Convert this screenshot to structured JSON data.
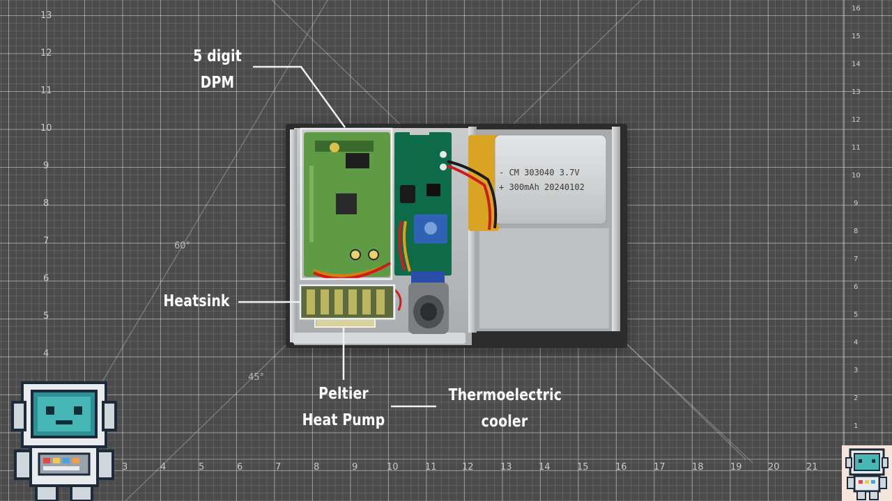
{
  "labels": {
    "dpm": [
      "5 digit",
      "DPM"
    ],
    "heatsink": "Heatsink",
    "peltier": [
      "Peltier",
      "Heat Pump"
    ],
    "thermoelectric": [
      "Thermoelectric",
      "cooler"
    ]
  },
  "battery": {
    "line1": "- CM 303040  3.7V",
    "line2": "+ 300mAh 20240102"
  },
  "ruler": {
    "left": [
      "13",
      "12",
      "11",
      "10",
      "9",
      "8",
      "7",
      "6",
      "5",
      "4"
    ],
    "bottom": [
      "3",
      "4",
      "5",
      "6",
      "7",
      "8",
      "9",
      "10",
      "11",
      "12",
      "13",
      "14",
      "15",
      "16",
      "17",
      "18",
      "19",
      "20",
      "21"
    ],
    "right": [
      "16",
      "15",
      "14",
      "13",
      "12",
      "11",
      "10",
      "9",
      "8",
      "7",
      "6",
      "5",
      "4",
      "3",
      "2",
      "1"
    ],
    "angles": [
      "60°",
      "45°"
    ]
  },
  "colors": {
    "mat": "#4b4b4b",
    "grid_line": "#ebebeb",
    "label_text": "#ffffff",
    "pcb_green": "#5f9a45",
    "pcb_dark": "#0e6b4a",
    "aluminum": "#b9bcbe",
    "battery_gold": "#d9a324",
    "highlight": "#f2f2f2"
  },
  "icons": {
    "mascot_large": "pixel-astronaut-robot-icon",
    "mascot_small": "pixel-astronaut-robot-icon"
  }
}
